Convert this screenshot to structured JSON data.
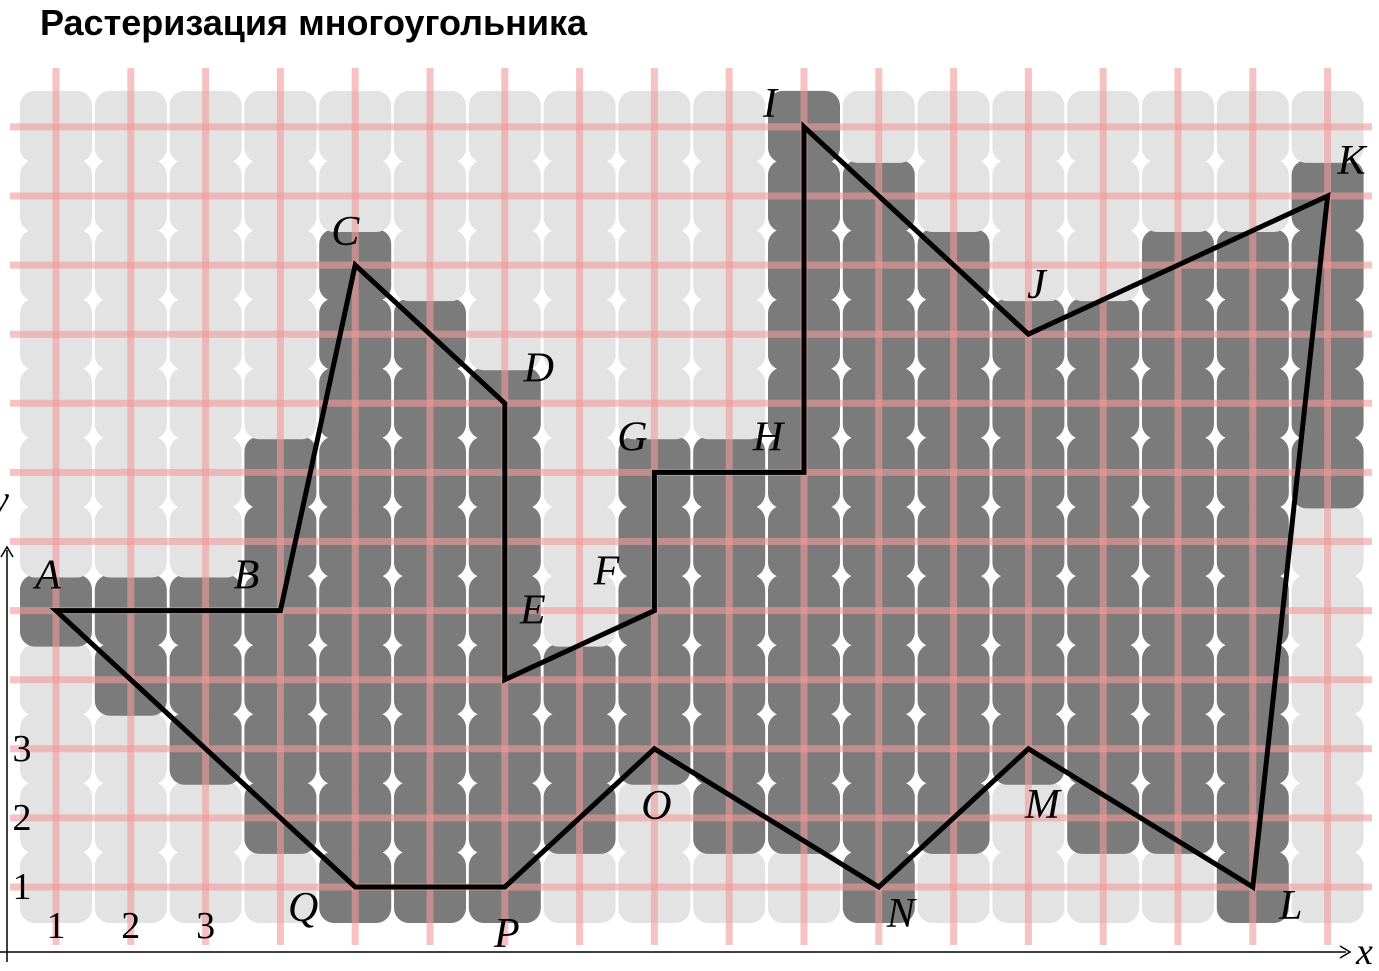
{
  "title": "Растеризация многоугольника",
  "colors": {
    "cell_light": "#e3e3e3",
    "cell_dark": "#7b7b7b",
    "grid": "#f29a9a",
    "outline": "#000000"
  },
  "chart_data": {
    "type": "diagram",
    "grid": {
      "x_range": [
        1,
        18
      ],
      "y_range": [
        1,
        12
      ]
    },
    "axes": {
      "x_label": "x",
      "y_label": "y"
    },
    "x_ticks": [
      "1",
      "2",
      "3"
    ],
    "y_ticks": [
      "1",
      "2",
      "3"
    ],
    "vertices": [
      {
        "name": "A",
        "x": 1,
        "y": 5
      },
      {
        "name": "B",
        "x": 4,
        "y": 5
      },
      {
        "name": "C",
        "x": 5,
        "y": 10
      },
      {
        "name": "D",
        "x": 7,
        "y": 8
      },
      {
        "name": "E",
        "x": 7,
        "y": 4
      },
      {
        "name": "F",
        "x": 9,
        "y": 5
      },
      {
        "name": "G",
        "x": 9,
        "y": 7
      },
      {
        "name": "H",
        "x": 11,
        "y": 7
      },
      {
        "name": "I",
        "x": 11,
        "y": 12
      },
      {
        "name": "J",
        "x": 14,
        "y": 9
      },
      {
        "name": "K",
        "x": 18,
        "y": 11
      },
      {
        "name": "L",
        "x": 17,
        "y": 1
      },
      {
        "name": "M",
        "x": 14,
        "y": 3
      },
      {
        "name": "N",
        "x": 12,
        "y": 1
      },
      {
        "name": "O",
        "x": 9,
        "y": 3
      },
      {
        "name": "P",
        "x": 7,
        "y": 1
      },
      {
        "name": "Q",
        "x": 5,
        "y": 1
      }
    ],
    "filled_cells": [
      [
        5,
        1
      ],
      [
        6,
        1
      ],
      [
        7,
        1
      ],
      [
        12,
        1
      ],
      [
        17,
        1
      ],
      [
        4,
        2
      ],
      [
        5,
        2
      ],
      [
        6,
        2
      ],
      [
        7,
        2
      ],
      [
        8,
        2
      ],
      [
        10,
        2
      ],
      [
        11,
        2
      ],
      [
        12,
        2
      ],
      [
        13,
        2
      ],
      [
        15,
        2
      ],
      [
        16,
        2
      ],
      [
        17,
        2
      ],
      [
        3,
        3
      ],
      [
        4,
        3
      ],
      [
        5,
        3
      ],
      [
        6,
        3
      ],
      [
        7,
        3
      ],
      [
        8,
        3
      ],
      [
        9,
        3
      ],
      [
        10,
        3
      ],
      [
        11,
        3
      ],
      [
        12,
        3
      ],
      [
        13,
        3
      ],
      [
        14,
        3
      ],
      [
        15,
        3
      ],
      [
        16,
        3
      ],
      [
        17,
        3
      ],
      [
        2,
        4
      ],
      [
        3,
        4
      ],
      [
        4,
        4
      ],
      [
        5,
        4
      ],
      [
        6,
        4
      ],
      [
        7,
        4
      ],
      [
        8,
        4
      ],
      [
        9,
        4
      ],
      [
        10,
        4
      ],
      [
        11,
        4
      ],
      [
        12,
        4
      ],
      [
        13,
        4
      ],
      [
        14,
        4
      ],
      [
        15,
        4
      ],
      [
        16,
        4
      ],
      [
        17,
        4
      ],
      [
        1,
        5
      ],
      [
        2,
        5
      ],
      [
        3,
        5
      ],
      [
        4,
        5
      ],
      [
        5,
        5
      ],
      [
        6,
        5
      ],
      [
        7,
        5
      ],
      [
        9,
        5
      ],
      [
        10,
        5
      ],
      [
        11,
        5
      ],
      [
        12,
        5
      ],
      [
        13,
        5
      ],
      [
        14,
        5
      ],
      [
        15,
        5
      ],
      [
        16,
        5
      ],
      [
        17,
        5
      ],
      [
        4,
        6
      ],
      [
        5,
        6
      ],
      [
        6,
        6
      ],
      [
        7,
        6
      ],
      [
        9,
        6
      ],
      [
        10,
        6
      ],
      [
        11,
        6
      ],
      [
        12,
        6
      ],
      [
        13,
        6
      ],
      [
        14,
        6
      ],
      [
        15,
        6
      ],
      [
        16,
        6
      ],
      [
        17,
        6
      ],
      [
        4,
        7
      ],
      [
        5,
        7
      ],
      [
        6,
        7
      ],
      [
        7,
        7
      ],
      [
        9,
        7
      ],
      [
        10,
        7
      ],
      [
        11,
        7
      ],
      [
        12,
        7
      ],
      [
        13,
        7
      ],
      [
        14,
        7
      ],
      [
        15,
        7
      ],
      [
        16,
        7
      ],
      [
        17,
        7
      ],
      [
        18,
        7
      ],
      [
        5,
        8
      ],
      [
        6,
        8
      ],
      [
        7,
        8
      ],
      [
        11,
        8
      ],
      [
        12,
        8
      ],
      [
        13,
        8
      ],
      [
        14,
        8
      ],
      [
        15,
        8
      ],
      [
        16,
        8
      ],
      [
        17,
        8
      ],
      [
        18,
        8
      ],
      [
        5,
        9
      ],
      [
        6,
        9
      ],
      [
        11,
        9
      ],
      [
        12,
        9
      ],
      [
        13,
        9
      ],
      [
        14,
        9
      ],
      [
        15,
        9
      ],
      [
        16,
        9
      ],
      [
        17,
        9
      ],
      [
        18,
        9
      ],
      [
        5,
        10
      ],
      [
        11,
        10
      ],
      [
        12,
        10
      ],
      [
        13,
        10
      ],
      [
        16,
        10
      ],
      [
        17,
        10
      ],
      [
        18,
        10
      ],
      [
        11,
        11
      ],
      [
        12,
        11
      ],
      [
        18,
        11
      ],
      [
        11,
        12
      ]
    ]
  }
}
